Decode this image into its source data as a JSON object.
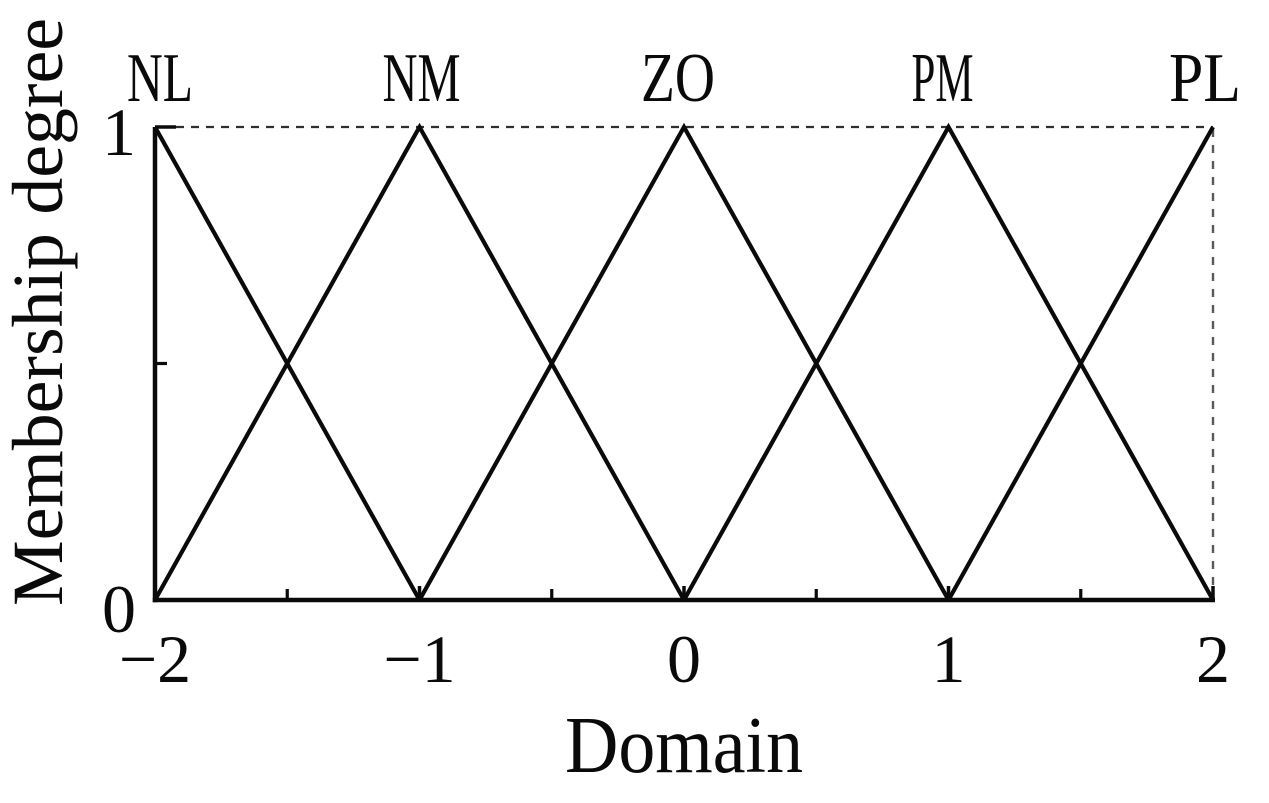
{
  "chart_data": {
    "type": "line",
    "title": "",
    "xlabel": "Domain",
    "ylabel": "Membership degree",
    "xlim": [
      -2,
      2
    ],
    "ylim": [
      0,
      1
    ],
    "grid": false,
    "x_ticks": {
      "major": [
        -2,
        -1,
        0,
        1,
        2
      ],
      "minor": [
        -1.5,
        -0.5,
        0.5,
        1.5
      ],
      "labels": [
        "−2",
        "−1",
        "0",
        "1",
        "2"
      ]
    },
    "y_ticks": {
      "major": [
        1,
        0
      ],
      "minor": [
        0.5
      ],
      "labels": [
        "1",
        "0"
      ]
    },
    "series": [
      {
        "name": "NL",
        "points": [
          [
            -2,
            1
          ],
          [
            -1,
            0
          ]
        ],
        "peak_x": -2
      },
      {
        "name": "NM",
        "points": [
          [
            -2,
            0
          ],
          [
            -1,
            1
          ],
          [
            0,
            0
          ]
        ],
        "peak_x": -1
      },
      {
        "name": "ZO",
        "points": [
          [
            -1,
            0
          ],
          [
            0,
            1
          ],
          [
            1,
            0
          ]
        ],
        "peak_x": 0
      },
      {
        "name": "PM",
        "points": [
          [
            0,
            0
          ],
          [
            1,
            1
          ],
          [
            2,
            0
          ]
        ],
        "peak_x": 1
      },
      {
        "name": "PL",
        "points": [
          [
            1,
            0
          ],
          [
            2,
            1
          ]
        ],
        "peak_x": 2
      }
    ],
    "guides": [
      {
        "type": "horizontal-dashed",
        "y": 1,
        "x_from": -2,
        "x_to": 2
      },
      {
        "type": "vertical-dashed",
        "x": 2,
        "y_from": 0,
        "y_to": 1
      }
    ],
    "legend_position": "labels-above-peaks",
    "colors": {
      "line": "#0a0a0a",
      "axis": "#0a0a0a",
      "text": "#0a0a0a",
      "dashed_horizontal": "#2f2f2f",
      "dashed_vertical": "#595959",
      "background": "#ffffff"
    }
  }
}
